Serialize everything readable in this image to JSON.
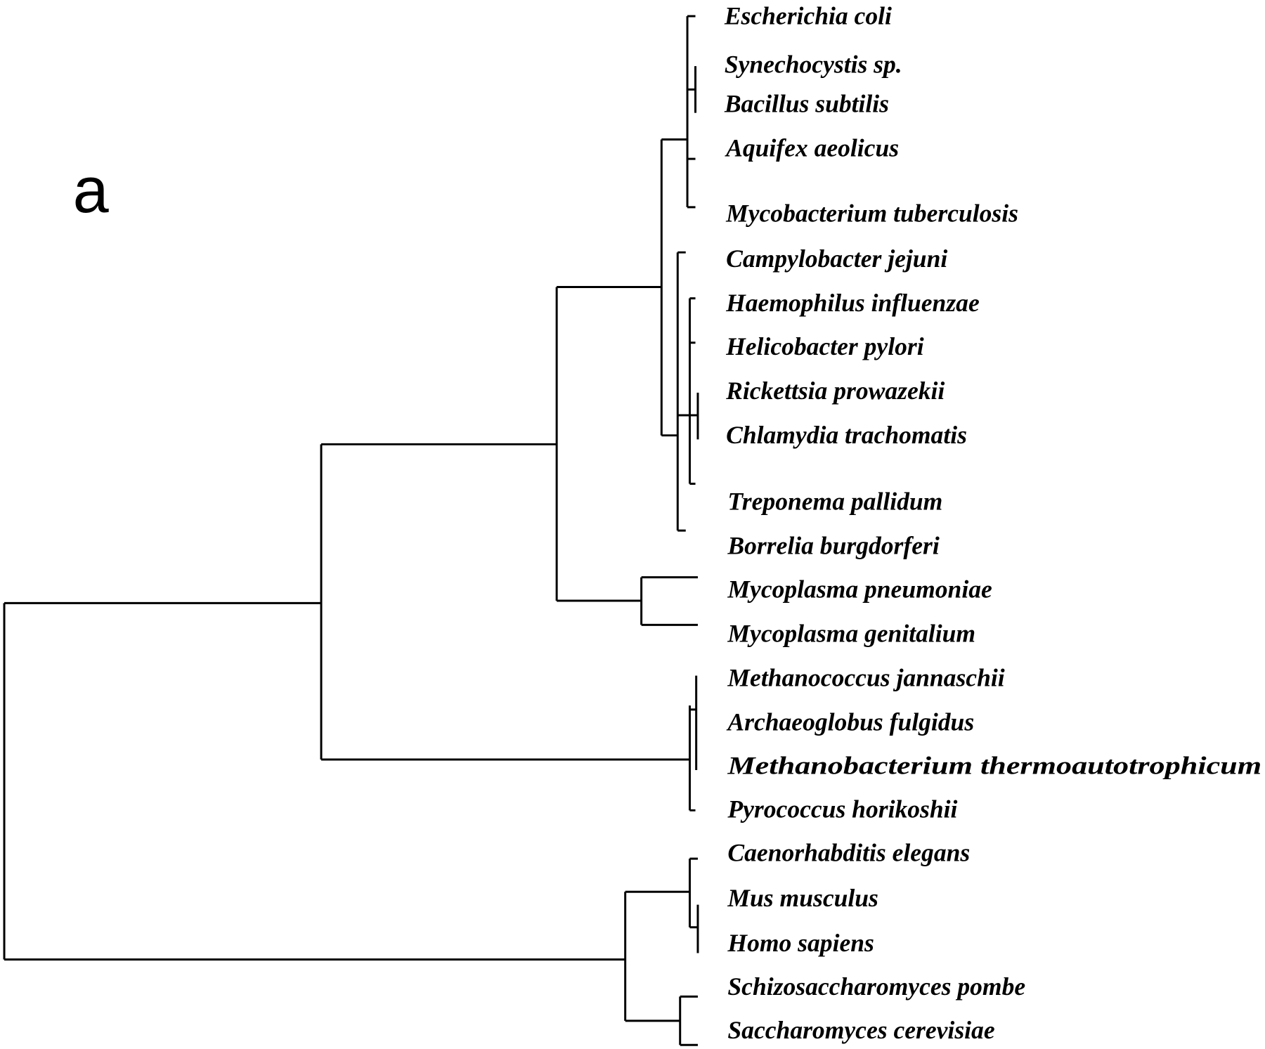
{
  "panel_label": "a",
  "taxa": [
    "Escherichia coli",
    "Synechocystis sp.",
    "Bacillus subtilis",
    "Aquifex aeolicus",
    "Mycobacterium tuberculosis",
    "Campylobacter jejuni",
    "Haemophilus influenzae",
    "Helicobacter pylori",
    "Rickettsia prowazekii",
    "Chlamydia trachomatis",
    "Treponema pallidum",
    "Borrelia burgdorferi",
    "Mycoplasma pneumoniae",
    "Mycoplasma genitalium",
    "Methanococcus jannaschii",
    "Archaeoglobus fulgidus",
    "Methanobacterium thermoautotrophicum",
    "Pyrococcus horikoshii",
    "Caenorhabditis elegans",
    "Mus musculus",
    "Homo sapiens",
    "Schizosaccharomyces pombe",
    "Saccharomyces cerevisiae"
  ]
}
